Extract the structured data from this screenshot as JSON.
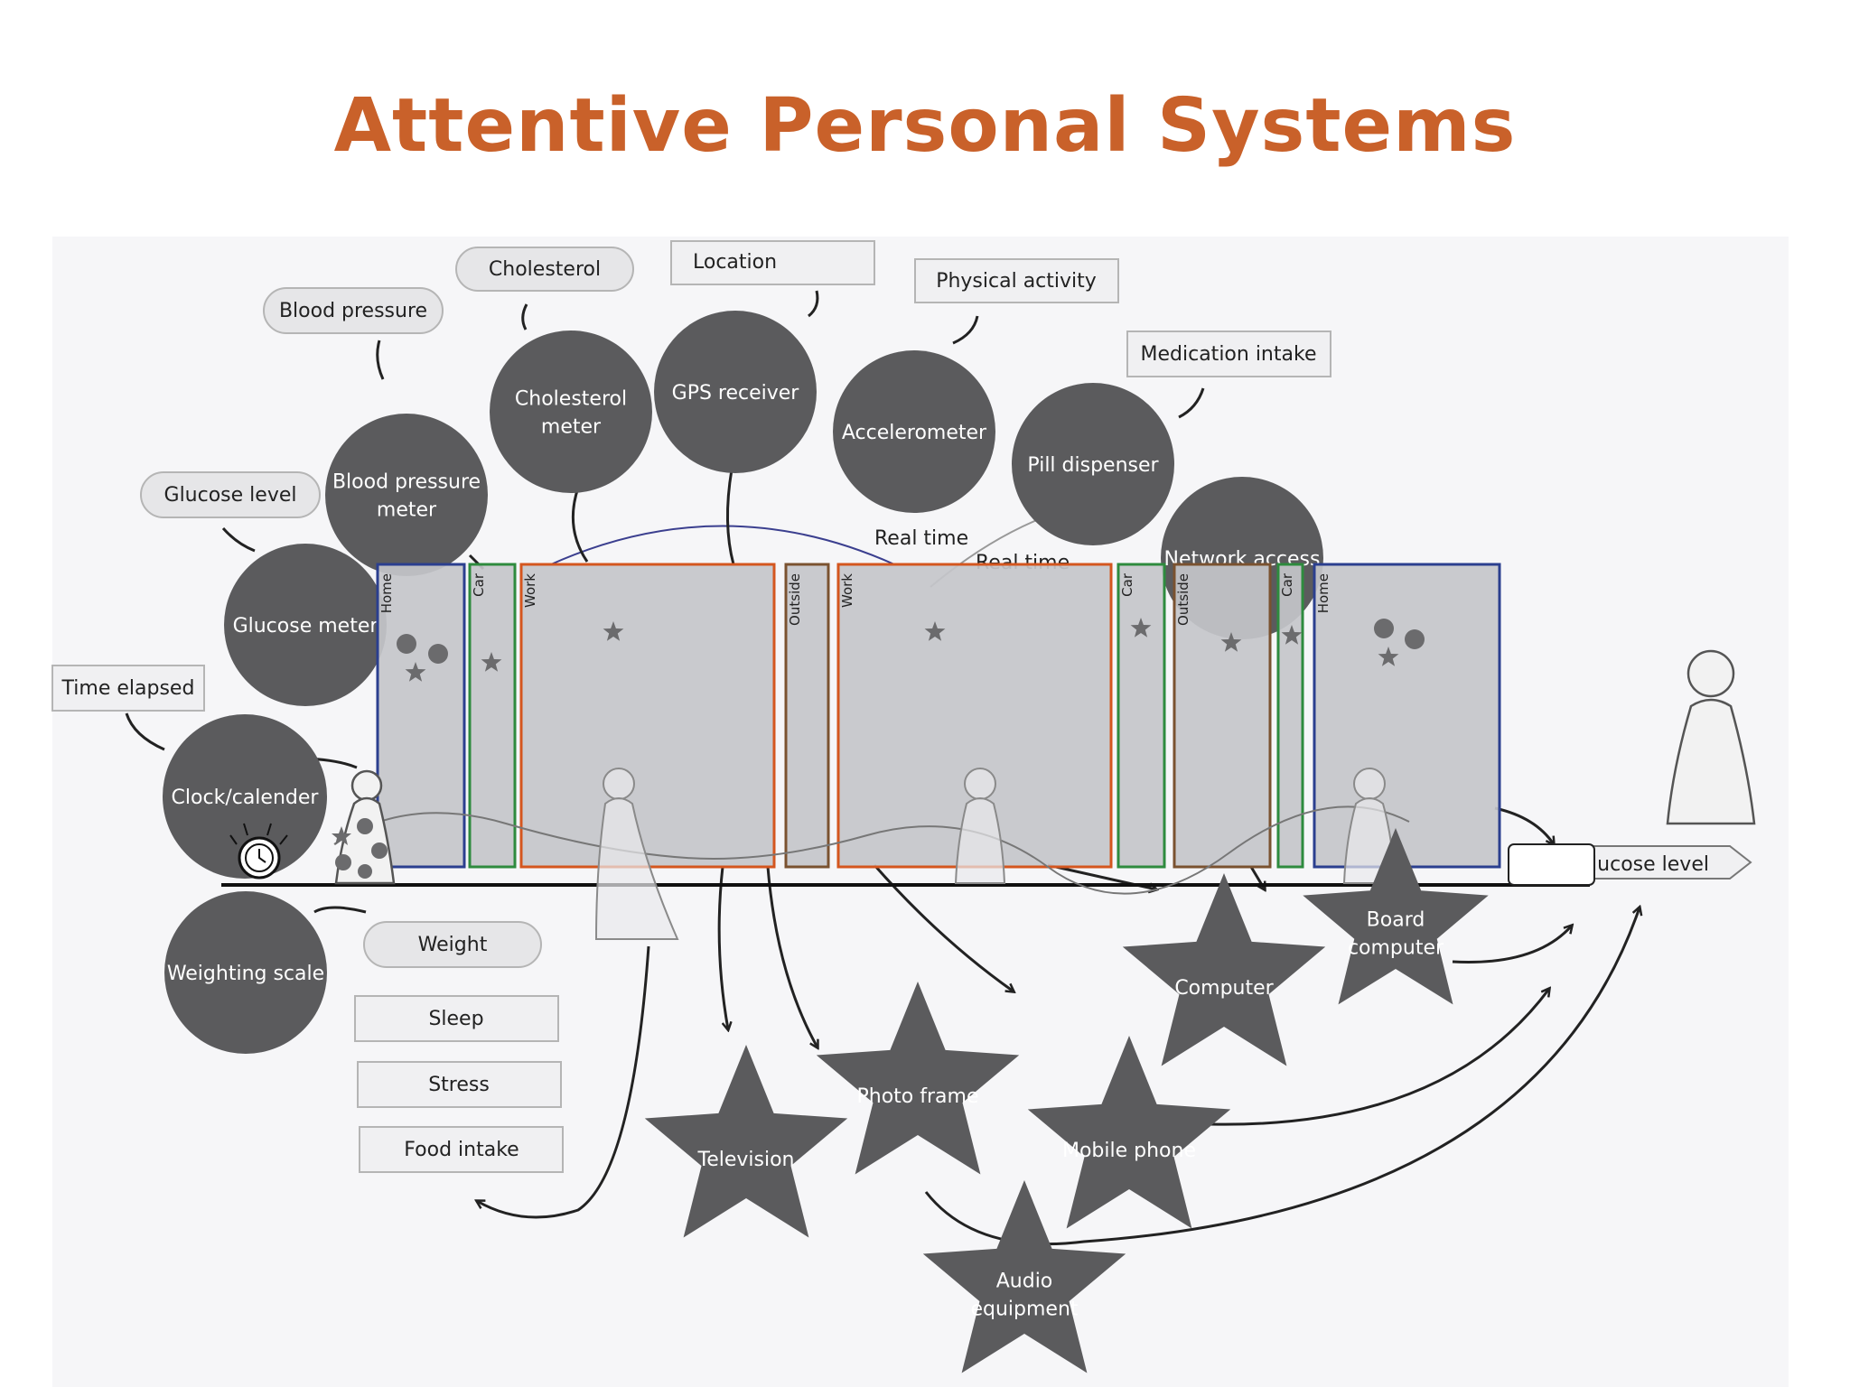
{
  "title": "Attentive Personal Systems",
  "colors": {
    "title": "#c9612a",
    "node_fill": "#5b5b5d",
    "home_border": "#2b3f8f",
    "car_border": "#2e8b3e",
    "work_border": "#d4561f",
    "outside_border": "#7a5230",
    "room_fill": "#c4c6ca"
  },
  "sensors": [
    {
      "name": "Blood pressure meter",
      "lines": [
        "Blood pressure",
        "meter"
      ]
    },
    {
      "name": "Cholesterol meter",
      "lines": [
        "Cholesterol",
        "meter"
      ]
    },
    {
      "name": "GPS receiver",
      "lines": [
        "GPS receiver"
      ]
    },
    {
      "name": "Accelerometer",
      "lines": [
        "Accelerometer"
      ]
    },
    {
      "name": "Pill dispenser",
      "lines": [
        "Pill dispenser"
      ]
    },
    {
      "name": "Glucose meter",
      "lines": [
        "Glucose meter"
      ]
    },
    {
      "name": "Network access",
      "lines": [
        "Network access"
      ]
    },
    {
      "name": "Clock/calender",
      "lines": [
        "Clock/calender"
      ]
    },
    {
      "name": "Weighting scale",
      "lines": [
        "Weighting scale"
      ]
    }
  ],
  "measurements": {
    "cholesterol": "Cholesterol",
    "location": "Location",
    "physical_activity": "Physical activity",
    "blood_pressure": "Blood pressure",
    "medication_intake": "Medication intake",
    "glucose_level": "Glucose level",
    "time_elapsed": "Time elapsed",
    "weight": "Weight",
    "sleep": "Sleep",
    "stress": "Stress",
    "food_intake": "Food intake",
    "glucose_level_output": "Glucose level"
  },
  "annotations": {
    "real_time_1": "Real time",
    "real_time_2": "Real time"
  },
  "rooms": [
    {
      "label": "Home",
      "type": "home"
    },
    {
      "label": "Car",
      "type": "car"
    },
    {
      "label": "Work",
      "type": "work"
    },
    {
      "label": "Outside",
      "type": "outside"
    },
    {
      "label": "Work",
      "type": "work"
    },
    {
      "label": "Car",
      "type": "car"
    },
    {
      "label": "Outside",
      "type": "outside"
    },
    {
      "label": "Car",
      "type": "car"
    },
    {
      "label": "Home",
      "type": "home"
    }
  ],
  "devices": [
    {
      "name": "Television",
      "lines": [
        "Television"
      ]
    },
    {
      "name": "Photo frame",
      "lines": [
        "Photo frame"
      ]
    },
    {
      "name": "Mobile phone",
      "lines": [
        "Mobile phone"
      ]
    },
    {
      "name": "Audio equipment",
      "lines": [
        "Audio",
        "equipment"
      ]
    },
    {
      "name": "Computer",
      "lines": [
        "Computer"
      ]
    },
    {
      "name": "Board computer",
      "lines": [
        "Board",
        "computer"
      ]
    }
  ]
}
